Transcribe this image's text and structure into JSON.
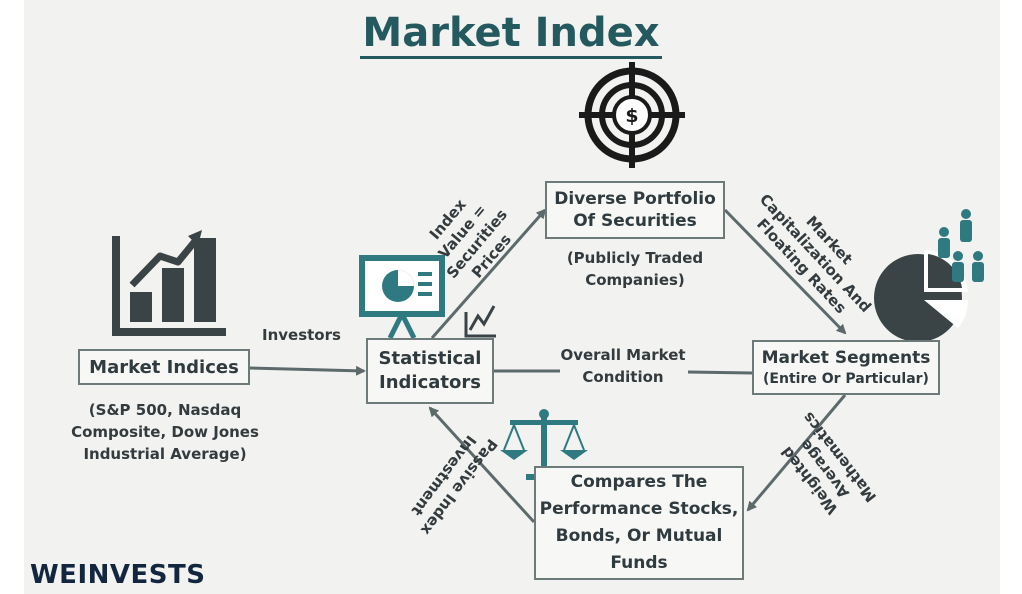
{
  "title": "Market Index",
  "nodes": {
    "diverse": {
      "line1": "Diverse Portfolio",
      "line2": "Of Securities",
      "sub1": "(Publicly Traded",
      "sub2": "Companies)"
    },
    "indices": {
      "label": "Market Indices",
      "sub1": "(S&P 500, Nasdaq",
      "sub2": "Composite, Dow Jones",
      "sub3": "Industrial Average)"
    },
    "statistical": {
      "line1": "Statistical",
      "line2": "Indicators"
    },
    "segments": {
      "line1": "Market Segments",
      "sub": "(Entire Or Particular)"
    },
    "compares": {
      "line1": "Compares The",
      "line2": "Performance Stocks,",
      "line3": "Bonds, Or Mutual",
      "line4": "Funds"
    }
  },
  "edges": {
    "investors": "Investors",
    "index_value": [
      "Index",
      "Value =",
      "Securities",
      "Prices"
    ],
    "market_cap": [
      "Market",
      "Capitalization And",
      "Floating Rates"
    ],
    "overall": [
      "Overall Market",
      "Condition"
    ],
    "weighted": [
      "Weighted",
      "Average",
      "Mathematics"
    ],
    "passive": [
      "Passive Index",
      "Investment"
    ]
  },
  "icons": {
    "target": "target-dollar-icon",
    "chart": "bar-chart-growth-icon",
    "presentation": "presentation-board-icon",
    "trend": "line-chart-icon",
    "pie": "pie-chart-people-icon",
    "scale": "balance-scale-icon"
  },
  "brand": "WEINVESTS",
  "colors": {
    "accent": "#245a5f",
    "box_border": "#6c7a7a",
    "text": "#333b3e",
    "icon_dark": "#3a4446",
    "teal": "#2e7a80"
  }
}
